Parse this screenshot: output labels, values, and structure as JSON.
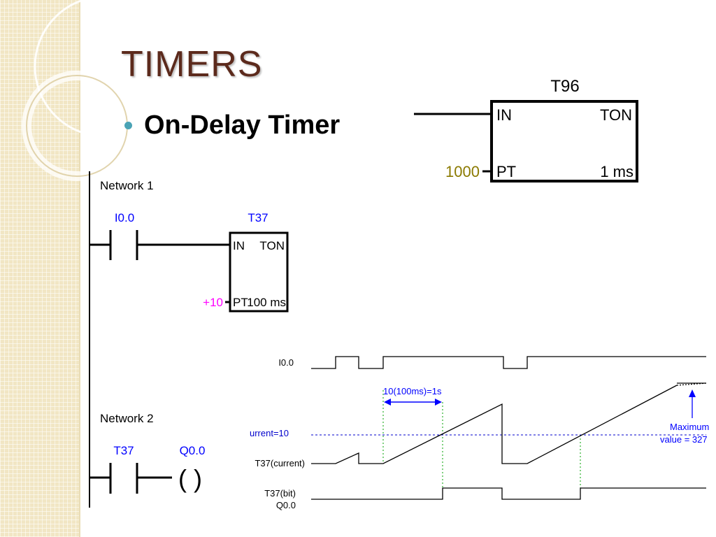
{
  "slide": {
    "title": "TIMERS",
    "bullet": "On-Delay Timer"
  },
  "top_block": {
    "name": "T96",
    "in_label": "IN",
    "type_label": "TON",
    "pt_label": "PT",
    "pt_value": "1000",
    "resolution": "1 ms"
  },
  "network1": {
    "label": "Network 1",
    "contact_label": "I0.0",
    "timer_name": "T37",
    "in_label": "IN",
    "type_label": "TON",
    "pt_label": "PT",
    "pt_value": "+10",
    "resolution": "100 ms"
  },
  "network2": {
    "label": "Network 2",
    "contact_label": "T37",
    "coil_label": "Q0.0",
    "coil_symbol": "( )"
  },
  "timing": {
    "signal_i0": "I0.0",
    "delay_annotation": "10(100ms)=1s",
    "threshold_label": "urrent=10",
    "signal_current": "T37(current)",
    "signal_bit_line1": "T37(bit)",
    "signal_bit_line2": "Q0.0",
    "max_label_line1": "Maximum",
    "max_label_line2": "value = 327"
  },
  "colors": {
    "title": "#5c2a1c",
    "bullet": "#4aa3b5",
    "blue_label": "#0000ff",
    "pt_value_top": "#8b7a00",
    "pt_value_net1": "#ff00ff",
    "guide_green": "#00a000",
    "threshold_blue": "#0000cc",
    "side_panel": "#f1e6c4"
  }
}
